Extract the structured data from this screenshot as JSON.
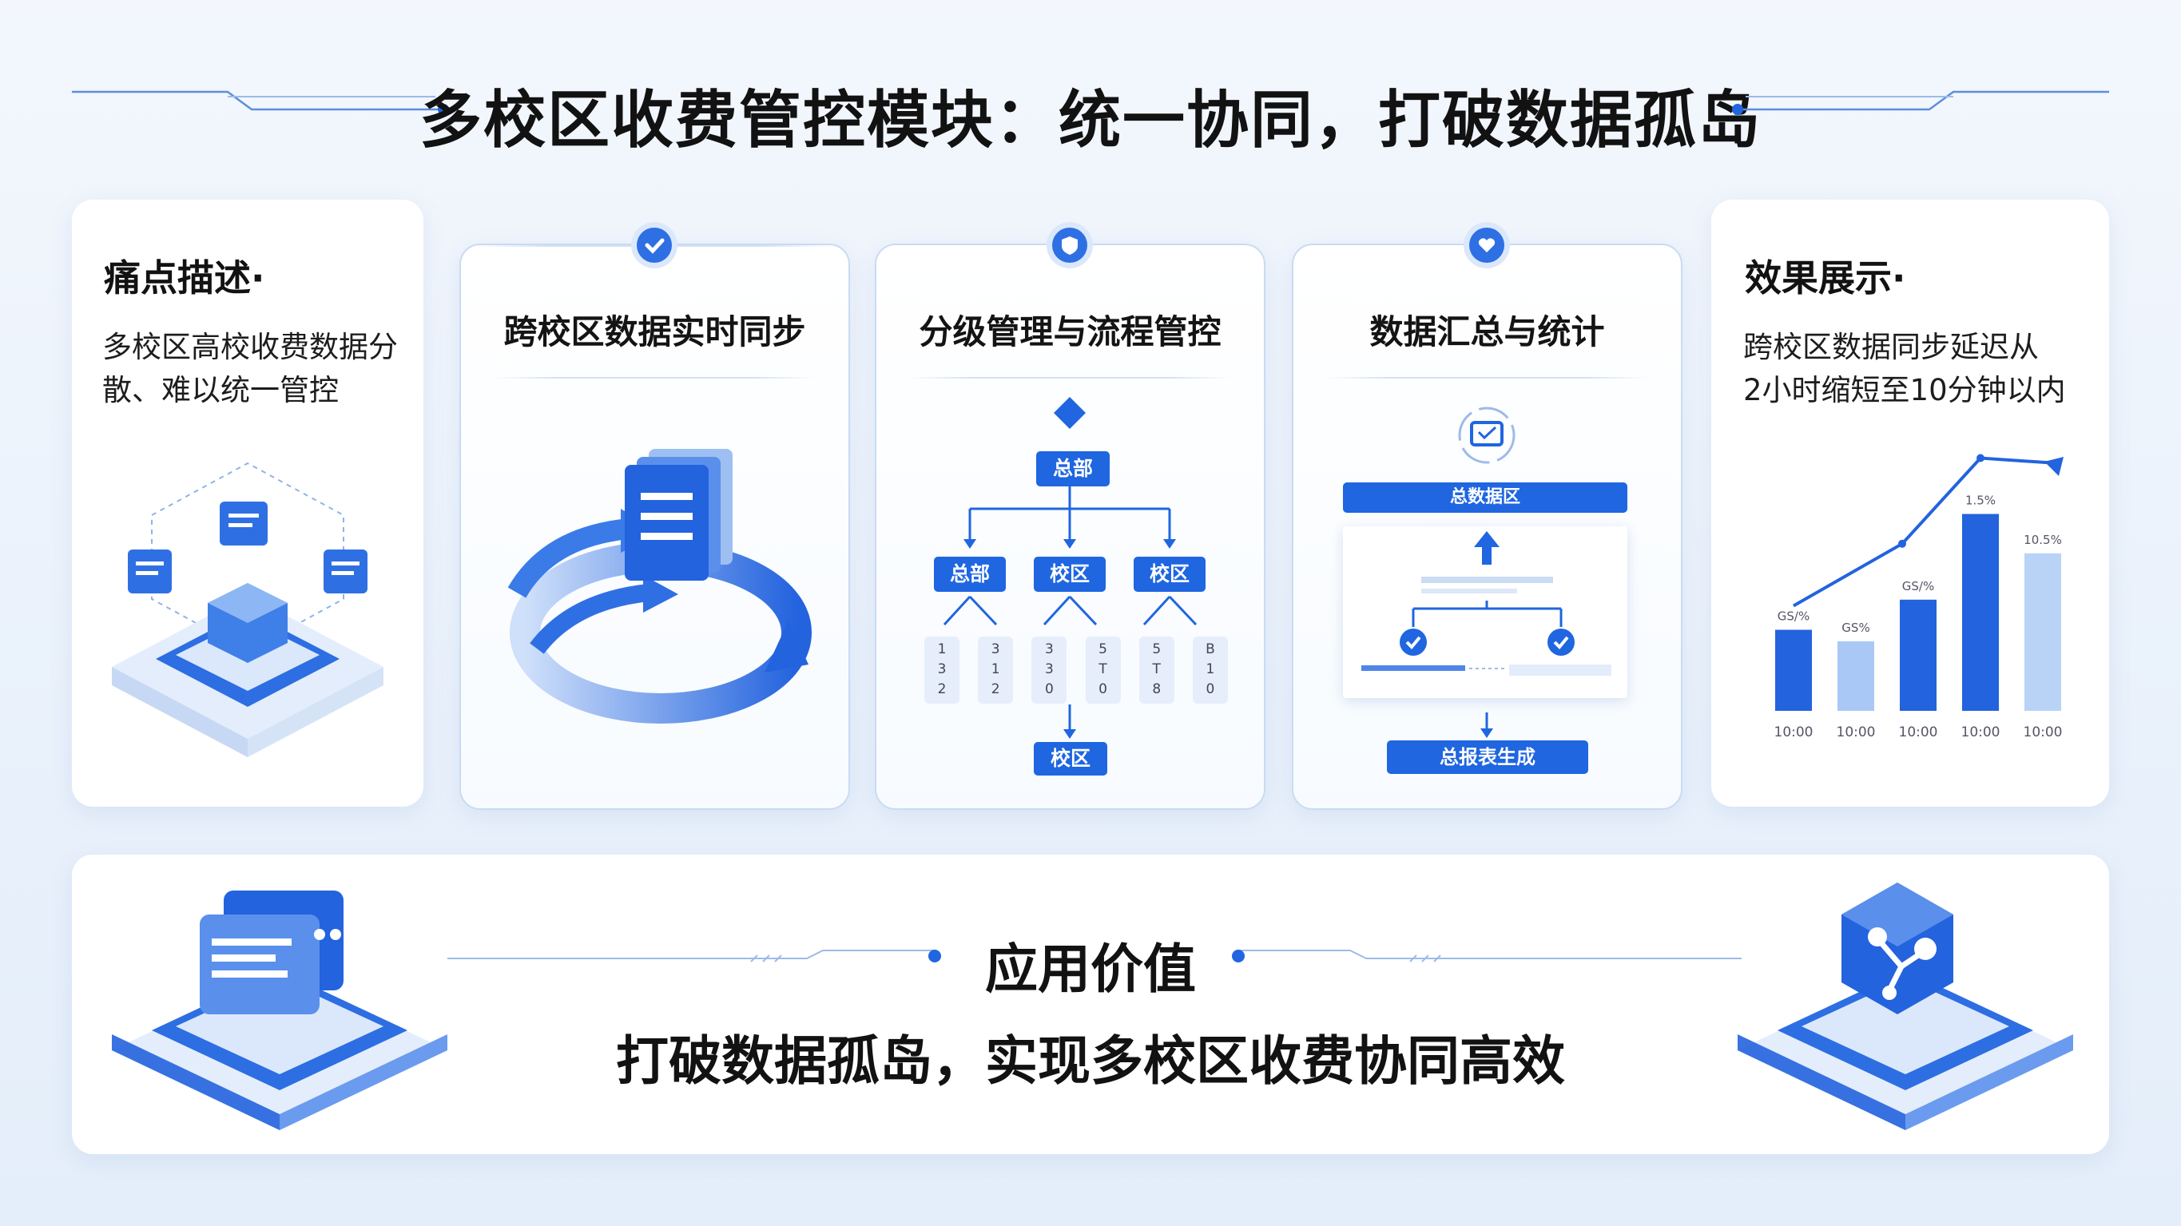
{
  "title": "多校区收费管控模块：统一协同，打破数据孤岛",
  "pain": {
    "heading": "痛点描述·",
    "text_line1": "多校区高校收费数据分",
    "text_line2": "散、难以统一管控",
    "icon": "data-silo-isometric-icon"
  },
  "columns": [
    {
      "title": "跨校区数据实时同步",
      "badge_icon": "check-icon",
      "illustration": "sync-arrows-document-icon"
    },
    {
      "title": "分级管理与流程管控",
      "badge_icon": "shield-icon",
      "illustration": "hierarchy-flowchart"
    },
    {
      "title": "数据汇总与统计",
      "badge_icon": "heart-shield-icon",
      "illustration": "data-summary-flow"
    }
  ],
  "hierarchy": {
    "top": "总部",
    "mid": [
      "总部",
      "校区",
      "校区"
    ],
    "leaves": [
      [
        "1",
        "3",
        "2"
      ],
      [
        "3",
        "1",
        "2"
      ],
      [
        "3",
        "3",
        "0"
      ],
      [
        "5",
        "T",
        "0"
      ],
      [
        "5",
        "T",
        "8"
      ],
      [
        "B",
        "1",
        "0"
      ]
    ],
    "bottom": "校区"
  },
  "summary_flow": {
    "top_label": "总数据区",
    "bottom_label": "总报表生成",
    "check_icon": "check-icon",
    "monitor_icon": "monitor-icon"
  },
  "effect": {
    "heading": "效果展示·",
    "text_line1": "跨校区数据同步延迟从",
    "text_line2": "2小时缩短至10分钟以内"
  },
  "chart_data": {
    "type": "bar",
    "categories": [
      "10:00",
      "10:00",
      "10:00",
      "10:00",
      "10:00"
    ],
    "values": [
      35,
      30,
      48,
      85,
      68
    ],
    "data_labels": [
      "GS/%",
      "GS%",
      "GS/%",
      "1.5%",
      "10.5%"
    ],
    "trend_line": true,
    "ylim": [
      0,
      100
    ],
    "colors": [
      "#2363de",
      "#a9c8f5",
      "#2363de",
      "#2363de",
      "#b9d3f7"
    ]
  },
  "value": {
    "heading": "应用价值",
    "text": "打破数据孤岛，实现多校区收费协同高效",
    "left_icon": "chat-window-isometric-icon",
    "right_icon": "network-cube-isometric-icon"
  },
  "accent_color": "#1f66e0"
}
